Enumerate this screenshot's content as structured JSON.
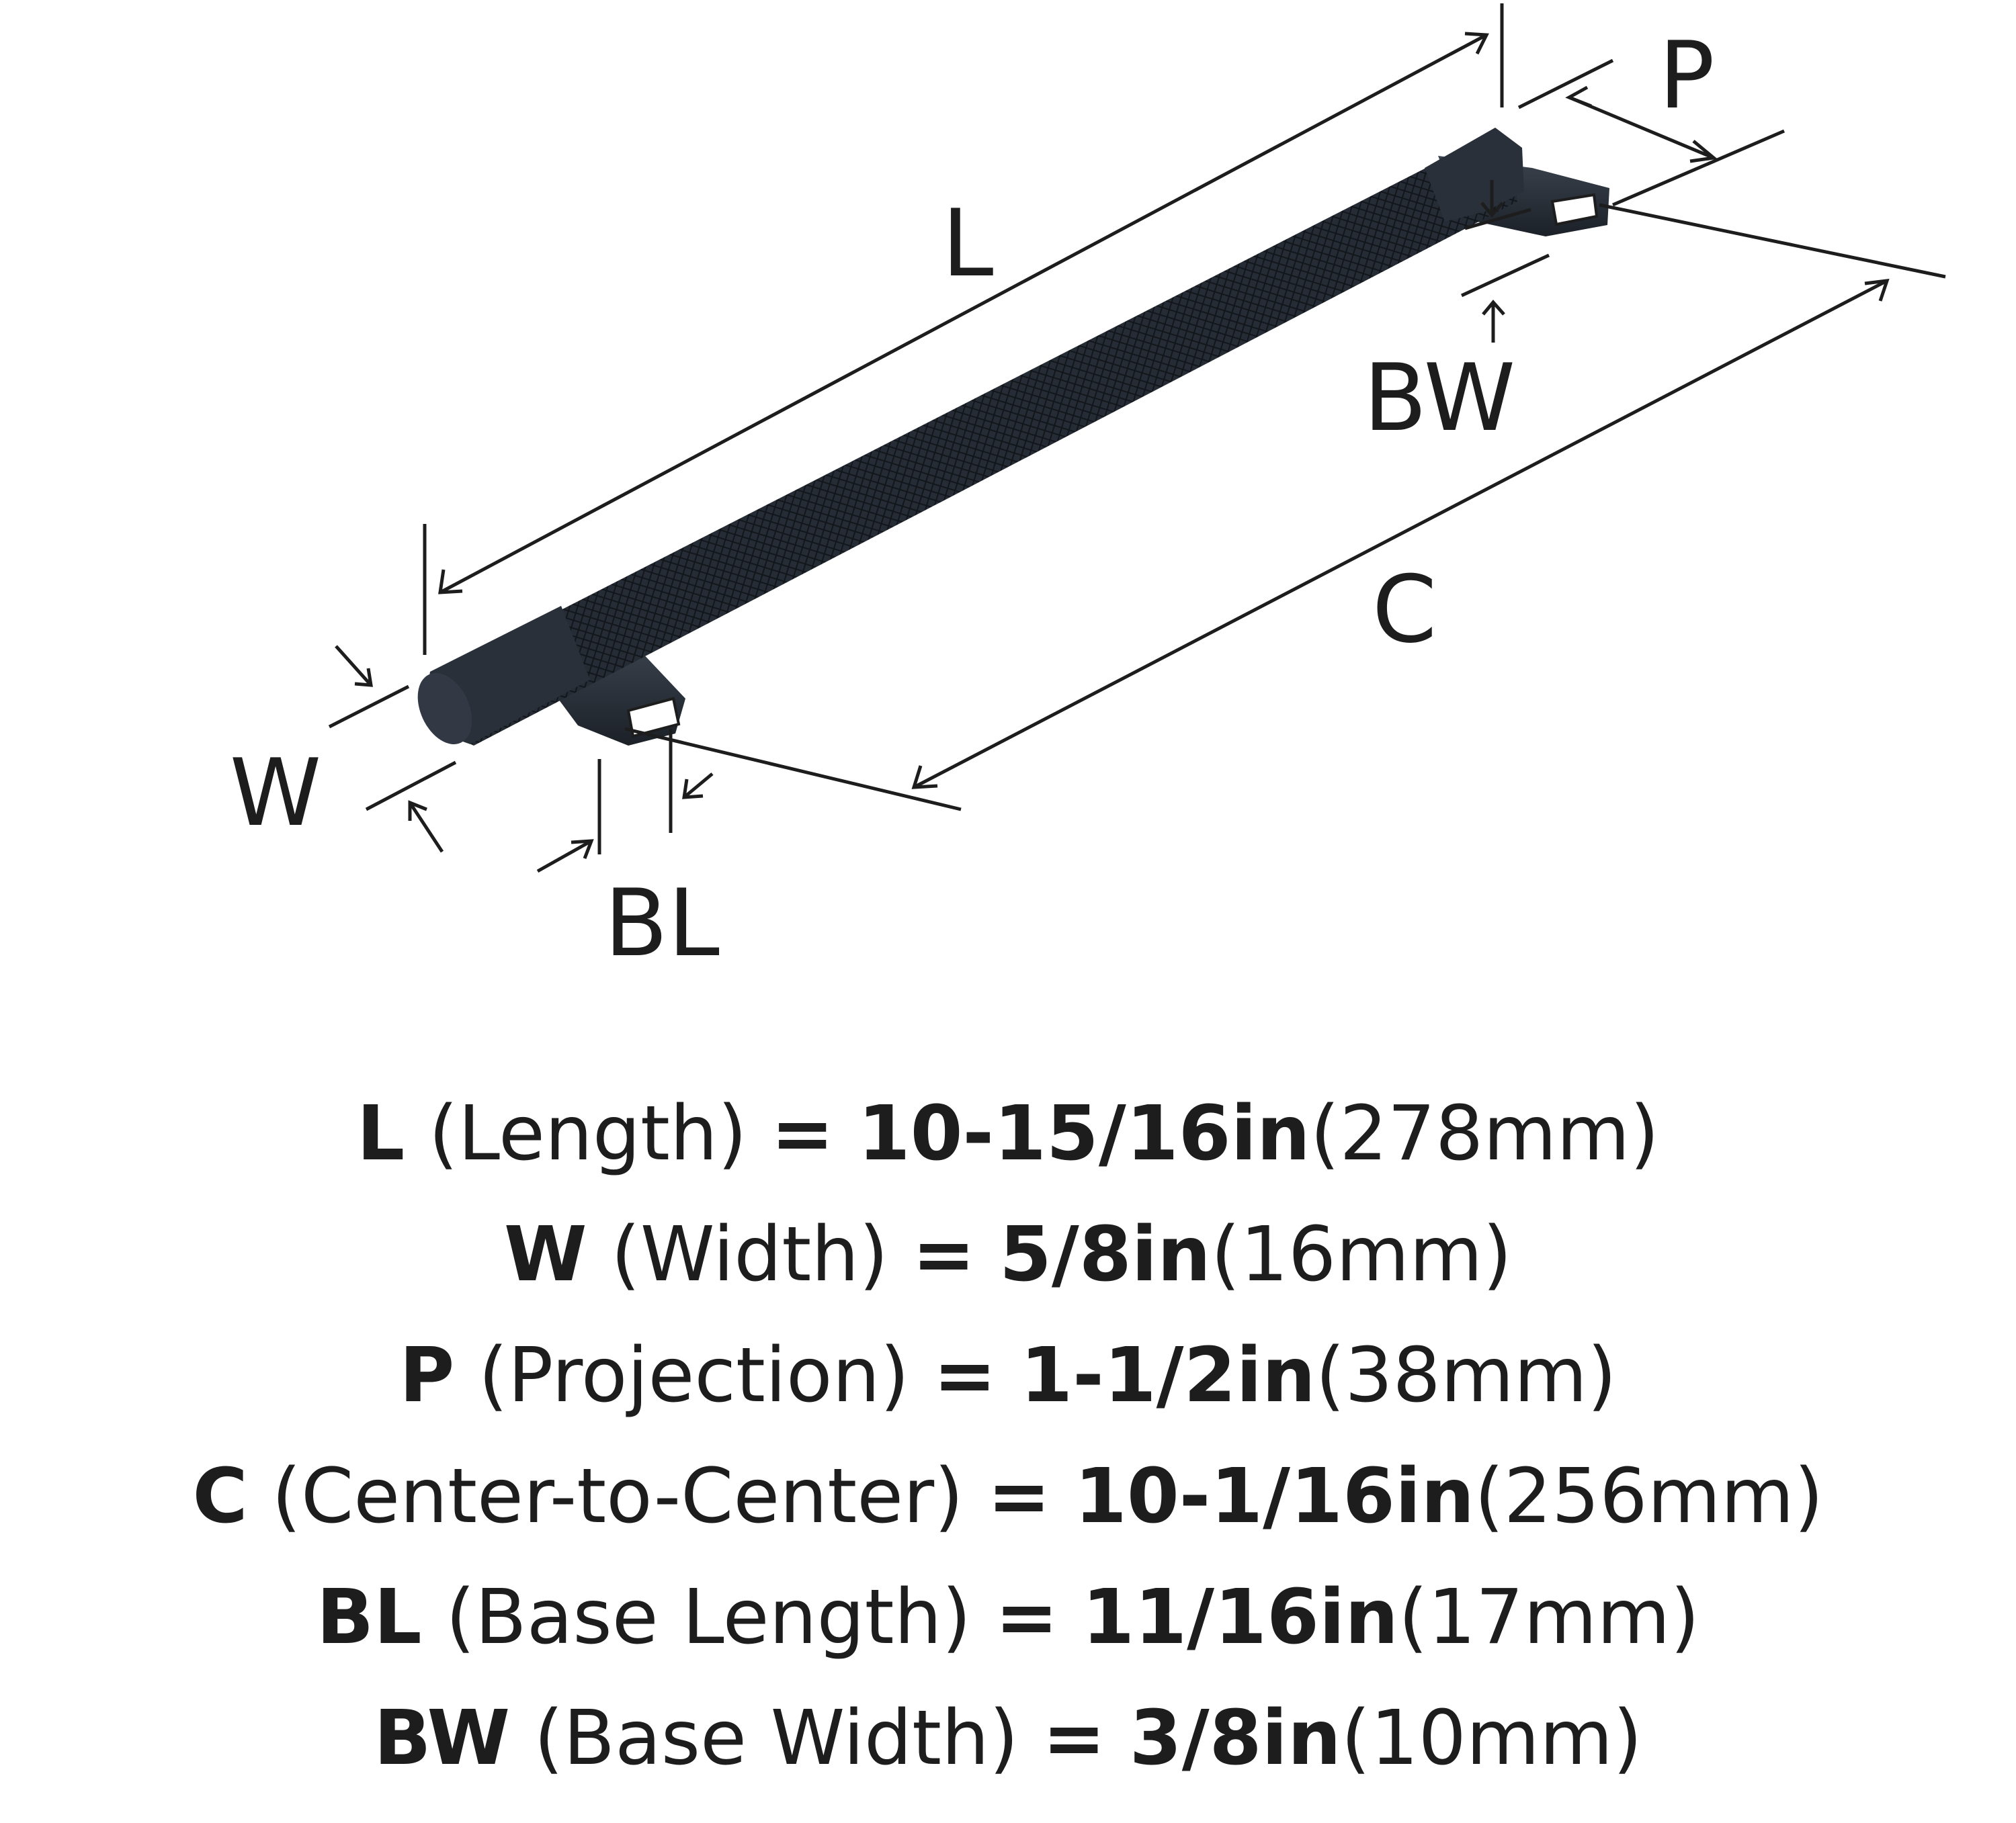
{
  "diagram": {
    "labels": {
      "L": "L",
      "P": "P",
      "BW": "BW",
      "C": "C",
      "W": "W",
      "BL": "BL"
    },
    "colors": {
      "line": "#1d1d1d",
      "bar": "#242a33",
      "bar_highlight": "#3b434e",
      "knurl": "#171b21"
    }
  },
  "specs": [
    {
      "code": "L",
      "desc": "(Length)",
      "eq": "=",
      "imperial": "10-15/16in",
      "metric": "(278mm)"
    },
    {
      "code": "W",
      "desc": "(Width)",
      "eq": "=",
      "imperial": "5/8in",
      "metric": "(16mm)"
    },
    {
      "code": "P",
      "desc": "(Projection)",
      "eq": "=",
      "imperial": "1-1/2in",
      "metric": "(38mm)"
    },
    {
      "code": "C",
      "desc": "(Center-to-Center)",
      "eq": "=",
      "imperial": "10-1/16in",
      "metric": "(256mm)"
    },
    {
      "code": "BL",
      "desc": "(Base Length)",
      "eq": "=",
      "imperial": "11/16in",
      "metric": "(17mm)"
    },
    {
      "code": "BW",
      "desc": "(Base Width)",
      "eq": "=",
      "imperial": "3/8in",
      "metric": "(10mm)"
    }
  ]
}
